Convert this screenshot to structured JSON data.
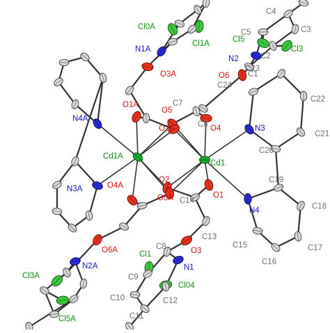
{
  "diagram": {
    "colors": {
      "carbon": "#d9d9d9",
      "oxygen": "#e8321e",
      "nitrogen": "#2a2ad6",
      "chlorine": "#3cc83c",
      "cadmium": "#17a82e",
      "bond": "#333333",
      "label_c": "#6e6e6e",
      "label_o": "#d21414",
      "label_n": "#1414c8",
      "label_cl": "#109010",
      "label_cd": "#0a8a1a"
    },
    "atoms": [
      {
        "id": "Cd1",
        "el": "Cd",
        "label": "Cd1"
      },
      {
        "id": "Cd1A",
        "el": "Cd",
        "label": "Cd1A"
      },
      {
        "id": "O1",
        "el": "O",
        "label": "O1"
      },
      {
        "id": "O2",
        "el": "O",
        "label": "O2"
      },
      {
        "id": "O3",
        "el": "O",
        "label": "O3"
      },
      {
        "id": "O4",
        "el": "O",
        "label": "O4"
      },
      {
        "id": "O5",
        "el": "O",
        "label": "O5"
      },
      {
        "id": "O6",
        "el": "O",
        "label": "O6"
      },
      {
        "id": "O1A",
        "el": "O",
        "label": "O1A"
      },
      {
        "id": "O2A",
        "el": "O",
        "label": "O2A"
      },
      {
        "id": "O3A",
        "el": "O",
        "label": "O3A"
      },
      {
        "id": "O4A",
        "el": "O",
        "label": "O4A"
      },
      {
        "id": "O5A",
        "el": "O",
        "label": "O5A"
      },
      {
        "id": "O6A",
        "el": "O",
        "label": "O6A"
      },
      {
        "id": "N1",
        "el": "N",
        "label": "N1"
      },
      {
        "id": "N2",
        "el": "N",
        "label": "N2"
      },
      {
        "id": "N3",
        "el": "N",
        "label": "N3"
      },
      {
        "id": "N4",
        "el": "N",
        "label": "N4"
      },
      {
        "id": "N1A",
        "el": "N",
        "label": "N1A"
      },
      {
        "id": "N2A",
        "el": "N",
        "label": "N2A"
      },
      {
        "id": "N3A",
        "el": "N",
        "label": "N3A"
      },
      {
        "id": "N4A",
        "el": "N",
        "label": "N4A"
      },
      {
        "id": "Cl1",
        "el": "Cl",
        "label": "Cl1"
      },
      {
        "id": "Cl3",
        "el": "Cl",
        "label": "Cl3"
      },
      {
        "id": "Cl04",
        "el": "Cl",
        "label": "Cl04"
      },
      {
        "id": "Cl5",
        "el": "Cl",
        "label": "Cl5"
      },
      {
        "id": "Cl0A",
        "el": "Cl",
        "label": "Cl0A"
      },
      {
        "id": "Cl1A",
        "el": "Cl",
        "label": "Cl1A"
      },
      {
        "id": "Cl3A",
        "el": "Cl",
        "label": "Cl3A"
      },
      {
        "id": "Cl5A",
        "el": "Cl",
        "label": "Cl5A"
      },
      {
        "id": "C1",
        "el": "C",
        "label": "C1"
      },
      {
        "id": "C2",
        "el": "C",
        "label": "C2"
      },
      {
        "id": "C3",
        "el": "C",
        "label": "C3"
      },
      {
        "id": "C4",
        "el": "C",
        "label": "C4"
      },
      {
        "id": "C5",
        "el": "C",
        "label": "C5"
      },
      {
        "id": "C6",
        "el": "C",
        "label": "C6"
      },
      {
        "id": "C7",
        "el": "C",
        "label": "C7"
      },
      {
        "id": "C8",
        "el": "C",
        "label": "C8"
      },
      {
        "id": "C9",
        "el": "C",
        "label": "C9"
      },
      {
        "id": "C10",
        "el": "C",
        "label": "C10"
      },
      {
        "id": "C11",
        "el": "C",
        "label": "C11"
      },
      {
        "id": "C12",
        "el": "C",
        "label": "C12"
      },
      {
        "id": "C13",
        "el": "C",
        "label": "C13"
      },
      {
        "id": "C14",
        "el": "C",
        "label": "C14"
      },
      {
        "id": "C15",
        "el": "C",
        "label": "C15"
      },
      {
        "id": "C16",
        "el": "C",
        "label": "C16"
      },
      {
        "id": "C17",
        "el": "C",
        "label": "C17"
      },
      {
        "id": "C18",
        "el": "C",
        "label": "C18"
      },
      {
        "id": "C19",
        "el": "C",
        "label": "C19"
      },
      {
        "id": "C20",
        "el": "C",
        "label": "C20"
      },
      {
        "id": "C21",
        "el": "C",
        "label": "C21"
      },
      {
        "id": "C22",
        "el": "C",
        "label": "C22"
      },
      {
        "id": "C23",
        "el": "C",
        "label": "C23"
      },
      {
        "id": "C24",
        "el": "C",
        "label": "C24"
      },
      {
        "id": "u1",
        "el": "C",
        "label": ""
      },
      {
        "id": "u2",
        "el": "C",
        "label": ""
      },
      {
        "id": "u3",
        "el": "C",
        "label": ""
      },
      {
        "id": "u4",
        "el": "C",
        "label": ""
      },
      {
        "id": "u5",
        "el": "C",
        "label": ""
      },
      {
        "id": "u6",
        "el": "C",
        "label": ""
      },
      {
        "id": "u7",
        "el": "C",
        "label": ""
      },
      {
        "id": "u8",
        "el": "C",
        "label": ""
      },
      {
        "id": "u9",
        "el": "C",
        "label": ""
      },
      {
        "id": "u10",
        "el": "C",
        "label": ""
      },
      {
        "id": "u11",
        "el": "C",
        "label": ""
      },
      {
        "id": "u12",
        "el": "C",
        "label": ""
      },
      {
        "id": "u13",
        "el": "C",
        "label": ""
      },
      {
        "id": "u14",
        "el": "C",
        "label": ""
      },
      {
        "id": "u15",
        "el": "C",
        "label": ""
      },
      {
        "id": "u16",
        "el": "C",
        "label": ""
      },
      {
        "id": "u17",
        "el": "C",
        "label": ""
      },
      {
        "id": "u18",
        "el": "C",
        "label": ""
      },
      {
        "id": "u19",
        "el": "C",
        "label": ""
      },
      {
        "id": "u20",
        "el": "C",
        "label": ""
      },
      {
        "id": "u21",
        "el": "C",
        "label": ""
      },
      {
        "id": "u22",
        "el": "C",
        "label": ""
      },
      {
        "id": "u23",
        "el": "C",
        "label": ""
      }
    ],
    "bonds": [
      [
        "Cd1",
        "O4"
      ],
      [
        "Cd1",
        "O5"
      ],
      [
        "Cd1",
        "O2A"
      ],
      [
        "Cd1",
        "O2"
      ],
      [
        "Cd1",
        "O5A"
      ],
      [
        "Cd1",
        "O1"
      ],
      [
        "Cd1",
        "N3"
      ],
      [
        "Cd1",
        "N4"
      ],
      [
        "Cd1A",
        "O1A"
      ],
      [
        "Cd1A",
        "O2A"
      ],
      [
        "Cd1A",
        "O5"
      ],
      [
        "Cd1A",
        "O2"
      ],
      [
        "Cd1A",
        "O5A"
      ],
      [
        "Cd1A",
        "O4A"
      ],
      [
        "Cd1A",
        "N4A"
      ],
      [
        "Cd1A",
        "N3A"
      ],
      [
        "O4",
        "C7"
      ],
      [
        "O5",
        "C7"
      ],
      [
        "C7",
        "C6"
      ],
      [
        "C6",
        "O6"
      ],
      [
        "O6",
        "C1"
      ],
      [
        "C1",
        "C2"
      ],
      [
        "C2",
        "C3"
      ],
      [
        "C3",
        "C4"
      ],
      [
        "C4",
        "C5"
      ],
      [
        "C5",
        "N2"
      ],
      [
        "N2",
        "C1"
      ],
      [
        "C2",
        "Cl3"
      ],
      [
        "C4",
        "u1"
      ],
      [
        "C5",
        "Cl5"
      ],
      [
        "N3",
        "C24"
      ],
      [
        "C24",
        "C23"
      ],
      [
        "C23",
        "C22"
      ],
      [
        "C22",
        "C21"
      ],
      [
        "C21",
        "C20"
      ],
      [
        "C20",
        "N3"
      ],
      [
        "C20",
        "C19"
      ],
      [
        "C19",
        "N4"
      ],
      [
        "C19",
        "C18"
      ],
      [
        "C18",
        "C17"
      ],
      [
        "C17",
        "C16"
      ],
      [
        "C16",
        "C15"
      ],
      [
        "C15",
        "N4"
      ],
      [
        "O1",
        "C14"
      ],
      [
        "O2",
        "C14"
      ],
      [
        "C14",
        "C13"
      ],
      [
        "C13",
        "O3"
      ],
      [
        "O3",
        "C8"
      ],
      [
        "C8",
        "N1"
      ],
      [
        "N1",
        "C12"
      ],
      [
        "C12",
        "C11"
      ],
      [
        "C11",
        "C10"
      ],
      [
        "C10",
        "C9"
      ],
      [
        "C9",
        "C8"
      ],
      [
        "C9",
        "Cl1"
      ],
      [
        "C12",
        "Cl04"
      ],
      [
        "C11",
        "u2"
      ],
      [
        "O1A",
        "u3"
      ],
      [
        "O2A",
        "u3"
      ],
      [
        "u3",
        "u4"
      ],
      [
        "u4",
        "O3A"
      ],
      [
        "O3A",
        "u5"
      ],
      [
        "u5",
        "N1A"
      ],
      [
        "N1A",
        "u6"
      ],
      [
        "u6",
        "u7"
      ],
      [
        "u7",
        "u8"
      ],
      [
        "u8",
        "u9"
      ],
      [
        "u9",
        "u5"
      ],
      [
        "u9",
        "Cl1A"
      ],
      [
        "u6",
        "Cl0A"
      ],
      [
        "O4A",
        "u10"
      ],
      [
        "O5A",
        "u10"
      ],
      [
        "u10",
        "u11"
      ],
      [
        "u11",
        "O6A"
      ],
      [
        "O6A",
        "u12"
      ],
      [
        "u12",
        "N2A"
      ],
      [
        "N2A",
        "u13"
      ],
      [
        "u13",
        "u14"
      ],
      [
        "u14",
        "u15"
      ],
      [
        "u15",
        "u16"
      ],
      [
        "u16",
        "u12"
      ],
      [
        "u12",
        "Cl3A"
      ],
      [
        "u16",
        "Cl5A"
      ],
      [
        "u14",
        "u17"
      ],
      [
        "N4A",
        "u18"
      ],
      [
        "u18",
        "u19"
      ],
      [
        "u19",
        "u20"
      ],
      [
        "u20",
        "u21"
      ],
      [
        "u21",
        "u22"
      ],
      [
        "u22",
        "N4A"
      ],
      [
        "u22",
        "u23"
      ],
      [
        "u23",
        "N3A"
      ],
      [
        "u23",
        "u24"
      ],
      [
        "u24",
        "u25"
      ],
      [
        "u25",
        "u26"
      ],
      [
        "u26",
        "u27"
      ],
      [
        "u27",
        "N3A"
      ]
    ]
  }
}
